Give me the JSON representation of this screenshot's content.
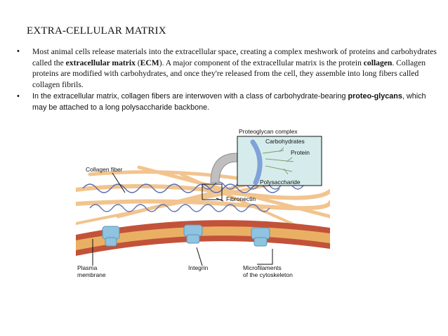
{
  "slide": {
    "title": "EXTRA-CELLULAR MATRIX",
    "bullet_symbol": "•",
    "bullet1": {
      "part1": " Most animal cells release materials into the extracellular space, creating a complex meshwork of proteins and carbohydrates called the ",
      "bold1": "extracellular matrix",
      "part2": " (",
      "bold2": "ECM",
      "part3": "). A major component of the extracellular matrix is the protein ",
      "bold3": "collagen",
      "part4": ". Collagen proteins are modified with carbohydrates, and once they're released from the cell, they assemble into long fibers called collagen fibrils."
    },
    "bullet2": {
      "part1": "In the extracellular matrix, collagen fibers are interwoven with a class of carbohydrate-bearing ",
      "bold1": "proteo-glycans",
      "part2": ", which may be attached to a long polysaccharide backbone."
    }
  },
  "figure": {
    "labels": {
      "proteoglycan_complex": "Proteoglycan complex",
      "carbohydrates": "Carbohydrates",
      "protein": "Protein",
      "polysaccharide": "Polysaccharide",
      "collagen_fiber": "Collagen fiber",
      "fibronectin": "Fibronectin",
      "plasma": "Plasma",
      "membrane": "membrane",
      "integrin": "Integrin",
      "microfilaments": "Microfilaments",
      "of_the_cytoskeleton": "of the cytoskeleton"
    },
    "colors": {
      "collagen": "#f2c48e",
      "membrane_outer": "#c2523a",
      "membrane_inner": "#e9b064",
      "integrin": "#8fc3e0",
      "proteoglycan": "#5a6fb0",
      "inset_bg": "#d6ecec"
    }
  }
}
